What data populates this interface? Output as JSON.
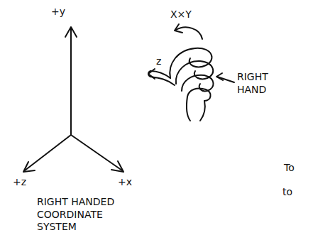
{
  "diagram": {
    "labels": [
      "+y",
      "X×Y",
      "z",
      "RIGHT HAND",
      "+z",
      "+x",
      "To",
      "to",
      "RIGHT HANDED COORDINATE SYSTEM"
    ]
  }
}
